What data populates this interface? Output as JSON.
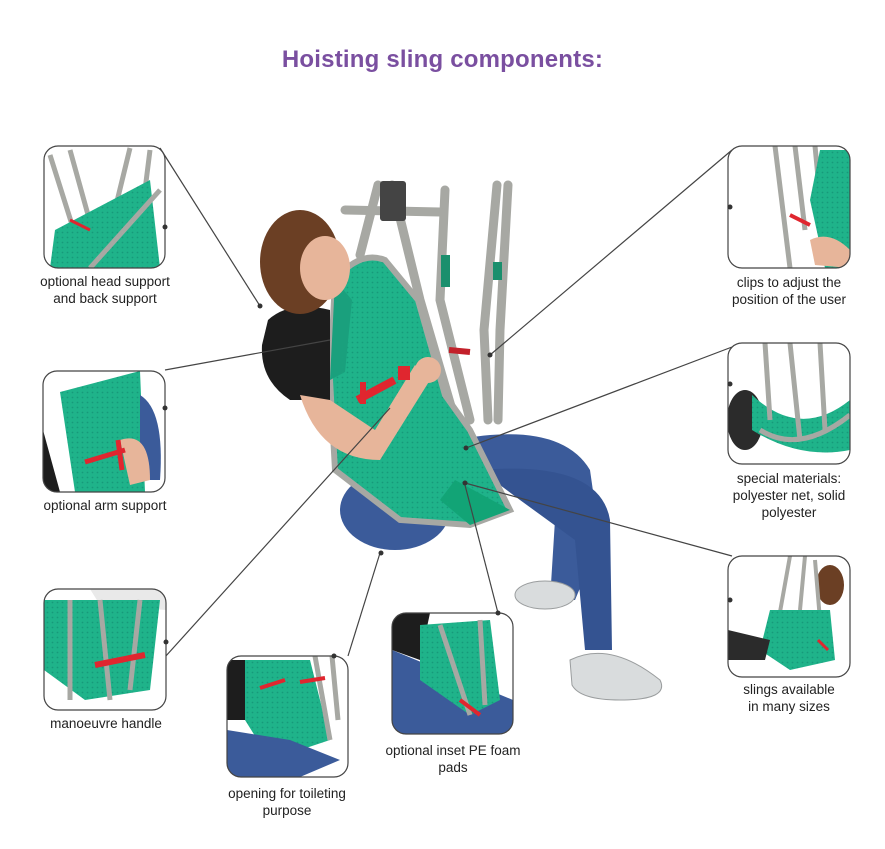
{
  "title": "Hoisting sling components:",
  "colors": {
    "title": "#7a4fa0",
    "sling_green": "#1fb38a",
    "strap_gray": "#a7a8a3",
    "handle_red": "#e0262f",
    "denim": "#3b5b9a",
    "callout_line": "#444444"
  },
  "callouts": [
    {
      "id": "head-support",
      "lines": [
        "optional head support",
        "and back support"
      ]
    },
    {
      "id": "arm-support",
      "lines": [
        "optional arm support"
      ]
    },
    {
      "id": "manoeuvre-handle",
      "lines": [
        "manoeuvre handle"
      ]
    },
    {
      "id": "toileting-opening",
      "lines": [
        "opening for toileting",
        "purpose"
      ]
    },
    {
      "id": "foam-pads",
      "lines": [
        "optional inset PE foam",
        "pads"
      ]
    },
    {
      "id": "clips",
      "lines": [
        "clips to adjust the",
        "position of the user"
      ]
    },
    {
      "id": "materials",
      "lines": [
        "special materials:",
        "polyester net, solid",
        "polyester"
      ]
    },
    {
      "id": "sizes",
      "lines": [
        "slings available",
        "in many sizes"
      ]
    }
  ]
}
